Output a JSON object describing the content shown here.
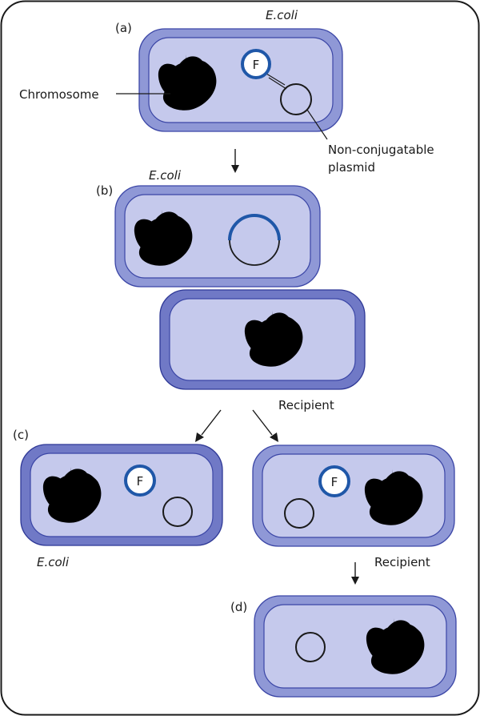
{
  "panels": {
    "a": {
      "label": "(a)",
      "species": "E.coli",
      "chromosome_label": "Chromosome",
      "f_label": "F",
      "plasmid_label_line1": "Non-conjugatable",
      "plasmid_label_line2": "plasmid"
    },
    "b": {
      "label": "(b)",
      "species": "E.coli",
      "recipient_label": "Recipient"
    },
    "c": {
      "label": "(c)",
      "species": "E.coli",
      "f_label": "F",
      "recipient_label": "Recipient"
    },
    "d": {
      "label": "(d)"
    }
  },
  "colors": {
    "cell_outer": "#8f98d6",
    "cell_inner": "#c5c9ec",
    "f_plasmid": "#1f57a8"
  }
}
